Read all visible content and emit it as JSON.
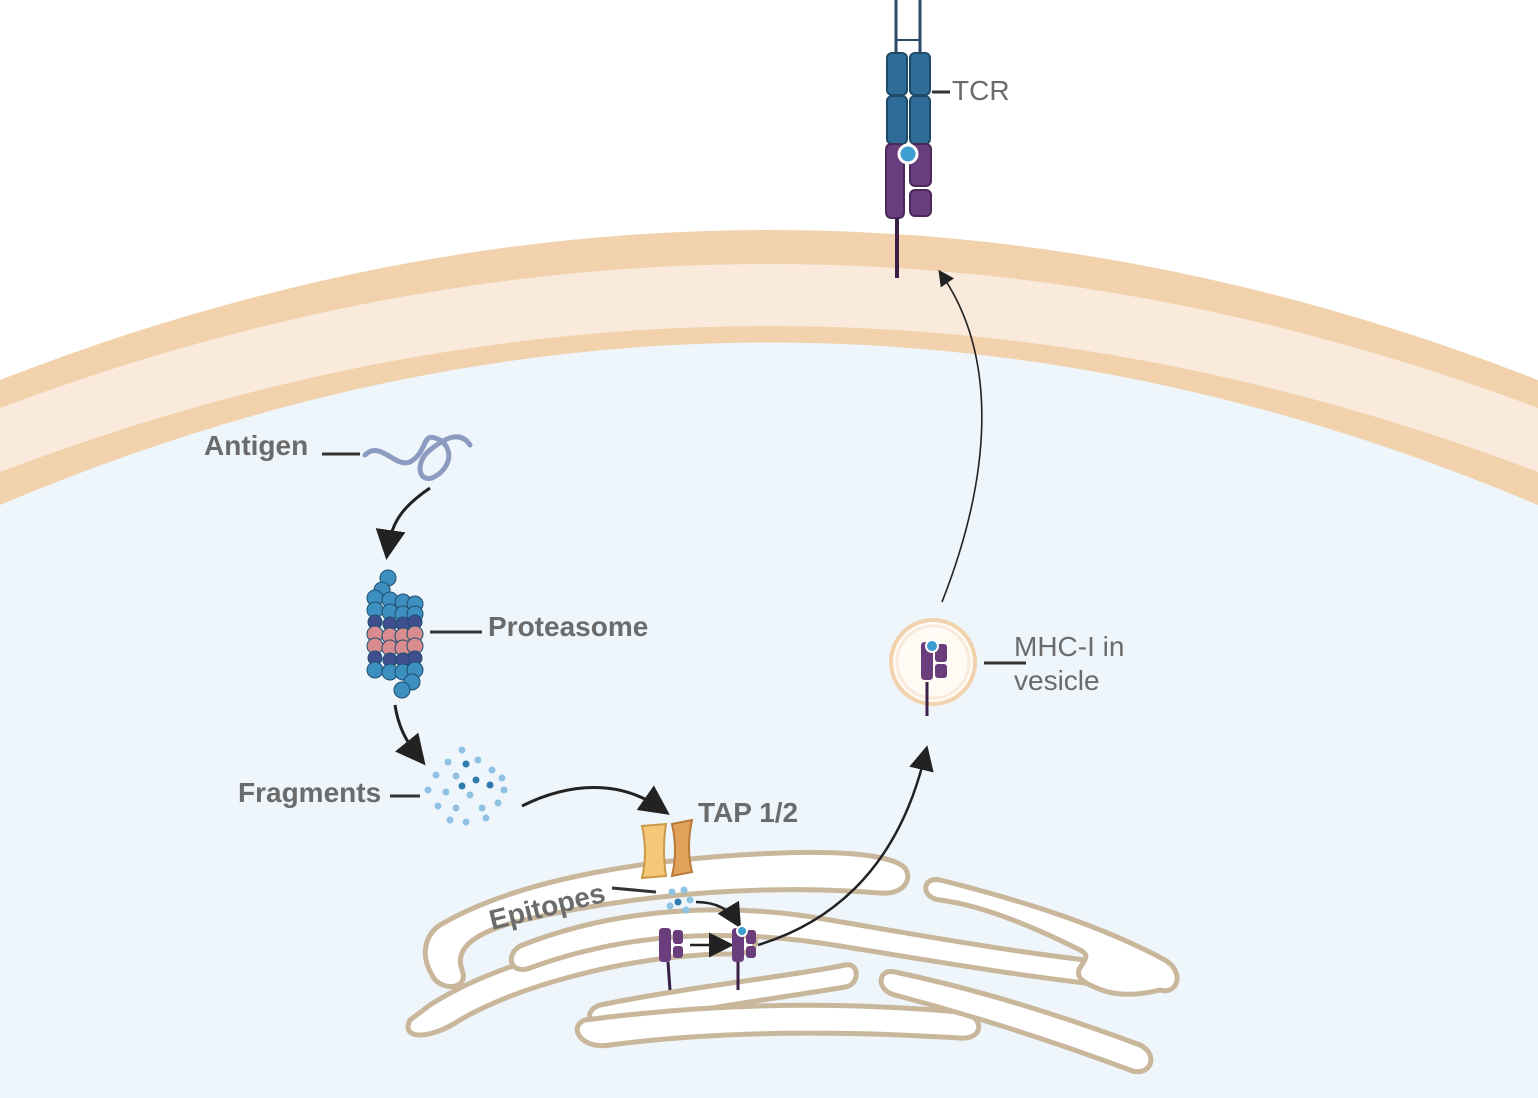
{
  "labels": {
    "tcr": "TCR",
    "antigen": "Antigen",
    "proteasome": "Proteasome",
    "fragments": "Fragments",
    "tap": "TAP 1/2",
    "epitopes": "Epitopes",
    "mhc_vesicle_line1": "MHC-I in",
    "mhc_vesicle_line2": "vesicle"
  },
  "colors": {
    "membrane_outer": "#f1d2ad",
    "membrane_inner": "#faeadb",
    "cytoplasm": "#eef5fb",
    "er_fill": "#ffffff",
    "er_stroke": "#c9b79c",
    "tcr_blue": "#2f6d98",
    "mhc_purple": "#6a3d7c",
    "proteasome_blue": "#3d8fbf",
    "proteasome_dark": "#3e4e8f",
    "proteasome_pink": "#d98c8f",
    "tap_yellow": "#f5c878",
    "tap_orange": "#e3a25c",
    "antigen_strand": "#8c9bc0",
    "fragment_light": "#8ec3e3",
    "fragment_dark": "#2e7bb0",
    "arrow": "#222222",
    "label_text": "#6b6b6b"
  }
}
